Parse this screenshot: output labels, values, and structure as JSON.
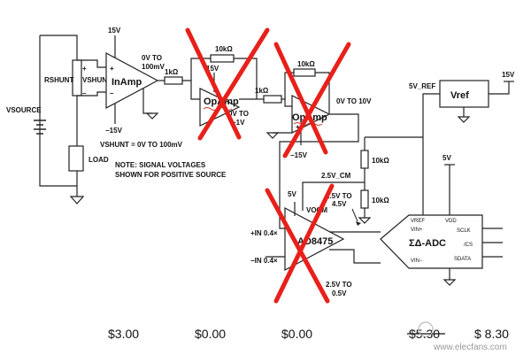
{
  "supply": {
    "v15_top_inamp": "15V",
    "v15_op1": "15V",
    "v15_vref": "15V",
    "vneg_inamp": "−15V",
    "vneg_op2": "−15V",
    "v5_ad": "5V",
    "v5_adc": "5V",
    "v5_ref": "5V_REF"
  },
  "labels": {
    "vsource": "VSOURCE",
    "rshunt": "RSHUNT",
    "vshunt": "VSHUNT",
    "load": "LOAD",
    "vshunt_range": "VSHUNT = 0V TO 100mV",
    "note_line1": "NOTE: SIGNAL VOLTAGES",
    "note_line2": "SHOWN FOR POSITIVE SOURCE",
    "inamp_out": "0V TO",
    "inamp_out2": "100mV",
    "op1_out": "0V TO",
    "op1_out2": "−1V",
    "op2_out": "0V TO 10V",
    "vocm": "VOCM",
    "cm": "2.5V_CM",
    "ad_out_p": "2.5V TO",
    "ad_out_p2": "4.5V",
    "ad_out_n": "2.5V TO",
    "ad_out_n2": "0.5V",
    "in_p": "+IN 0.4×",
    "in_n": "−IN 0.4×"
  },
  "resistors": {
    "r1": "1kΩ",
    "rf1": "10kΩ",
    "r2": "1kΩ",
    "rf2": "10kΩ",
    "rd1": "10kΩ",
    "rd2": "10kΩ"
  },
  "blocks": {
    "inamp": "InAmp",
    "op1": "OpAmp",
    "op2": "OpAmp",
    "ad": "AD8475",
    "adc": "ΣΔ-ADC",
    "vref": "Vref",
    "adc_vref": "VREF",
    "adc_vdd": "VDD",
    "adc_vinp": "VIN+",
    "adc_vinn": "VIN−",
    "adc_sclk": "SCLK",
    "adc_cs": "/CS",
    "adc_sdata": "SDATA"
  },
  "costs": {
    "inamp": "$3.00",
    "op1": "$0.00",
    "op2": "$0.00",
    "adc_strike": "$5.30",
    "adc_new": "$ 8.30"
  },
  "watermark": "www.elecfans.com",
  "colors": {
    "cross": "#e8201a",
    "wire": "#222222"
  }
}
